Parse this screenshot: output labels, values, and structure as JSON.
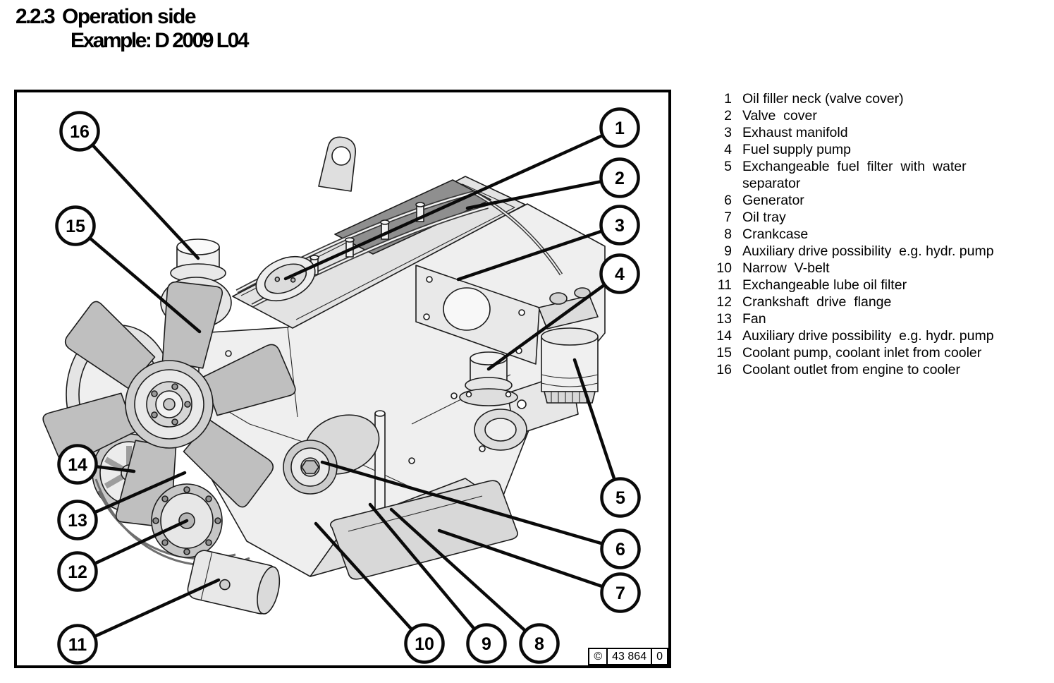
{
  "header": {
    "section_number": "2.2.3",
    "title": "Operation side",
    "subtitle": "Example: D 2009 L04"
  },
  "figure": {
    "callouts": [
      "1",
      "2",
      "3",
      "4",
      "5",
      "6",
      "7",
      "8",
      "9",
      "10",
      "11",
      "12",
      "13",
      "14",
      "15",
      "16"
    ],
    "code": {
      "symbol": "©",
      "number": "43 864",
      "revision": "0"
    }
  },
  "legend": {
    "items": [
      {
        "n": "1",
        "text": "Oil filler neck (valve cover)"
      },
      {
        "n": "2",
        "text": "Valve  cover"
      },
      {
        "n": "3",
        "text": "Exhaust manifold"
      },
      {
        "n": "4",
        "text": "Fuel supply pump"
      },
      {
        "n": "5",
        "text": "Exchangeable  fuel  filter  with  water\nseparator"
      },
      {
        "n": "6",
        "text": "Generator"
      },
      {
        "n": "7",
        "text": "Oil tray"
      },
      {
        "n": "8",
        "text": "Crankcase"
      },
      {
        "n": "9",
        "text": "Auxiliary drive possibility  e.g. hydr. pump"
      },
      {
        "n": "10",
        "text": "Narrow  V-belt"
      },
      {
        "n": "11",
        "text": "Exchangeable lube oil filter"
      },
      {
        "n": "12",
        "text": "Crankshaft  drive  flange"
      },
      {
        "n": "13",
        "text": "Fan"
      },
      {
        "n": "14",
        "text": "Auxiliary drive possibility  e.g. hydr. pump"
      },
      {
        "n": "15",
        "text": "Coolant pump, coolant inlet from cooler"
      },
      {
        "n": "16",
        "text": "Coolant outlet from engine to cooler"
      }
    ]
  }
}
